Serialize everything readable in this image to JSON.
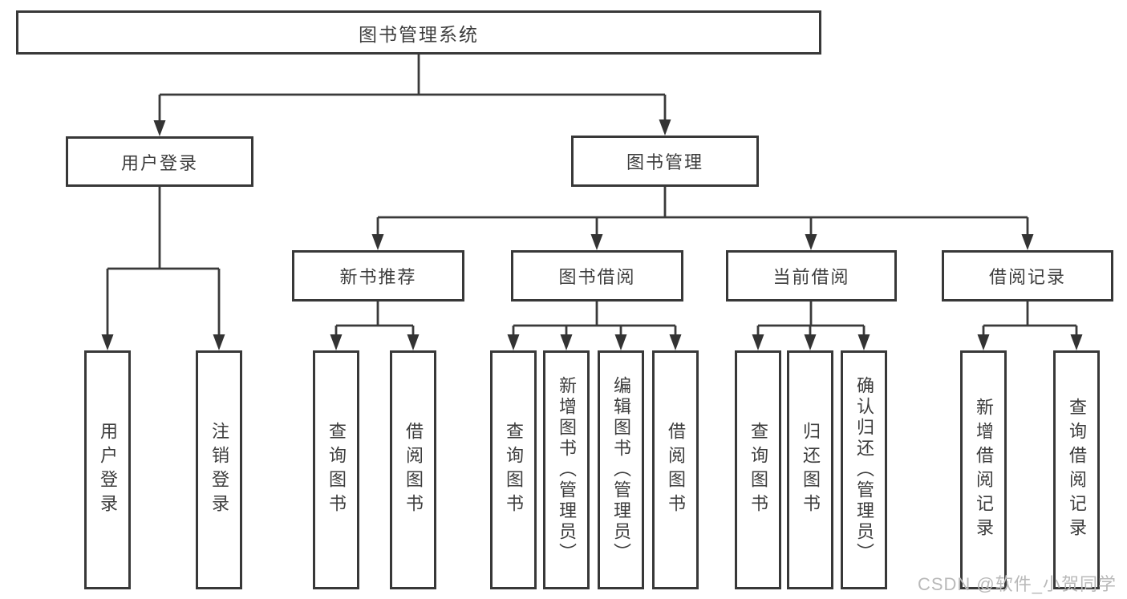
{
  "diagram": {
    "title": "图书管理系统",
    "colors": {
      "line": "#3a3a3a",
      "text": "#3d3d3d",
      "watermark": "#b9b9b9",
      "background": "#ffffff"
    },
    "nodes": {
      "root": "图书管理系统",
      "user_login": "用户登录",
      "book_mgmt": "图书管理",
      "new_book_rec": "新书推荐",
      "book_borrowing": "图书借阅",
      "current_borrowing": "当前借阅",
      "borrow_records": "借阅记录",
      "login": "用户登录",
      "logout": "注销登录",
      "g1_query_book": "查询图书",
      "g1_borrow_book": "借阅图书",
      "g2_query_book": "查询图书",
      "g2_add_book_admin": "新增图书（管理员）",
      "g2_edit_book_admin": "编辑图书（管理员）",
      "g2_borrow_book": "借阅图书",
      "g3_query_book": "查询图书",
      "g3_return_book": "归还图书",
      "g3_confirm_return_admin": "确认归还（管理员）",
      "g4_add_record": "新增借阅记录",
      "g4_query_record": "查询借阅记录"
    },
    "edges": [
      "图书管理系统→用户登录",
      "图书管理系统→图书管理",
      "用户登录→用户登录",
      "用户登录→注销登录",
      "图书管理→新书推荐",
      "图书管理→图书借阅",
      "图书管理→当前借阅",
      "图书管理→借阅记录",
      "新书推荐→查询图书",
      "新书推荐→借阅图书",
      "图书借阅→查询图书",
      "图书借阅→新增图书（管理员）",
      "图书借阅→编辑图书（管理员）",
      "图书借阅→借阅图书",
      "当前借阅→查询图书",
      "当前借阅→归还图书",
      "当前借阅→确认归还（管理员）",
      "借阅记录→新增借阅记录",
      "借阅记录→查询借阅记录"
    ]
  },
  "watermark": "CSDN @软件_小贺同学"
}
